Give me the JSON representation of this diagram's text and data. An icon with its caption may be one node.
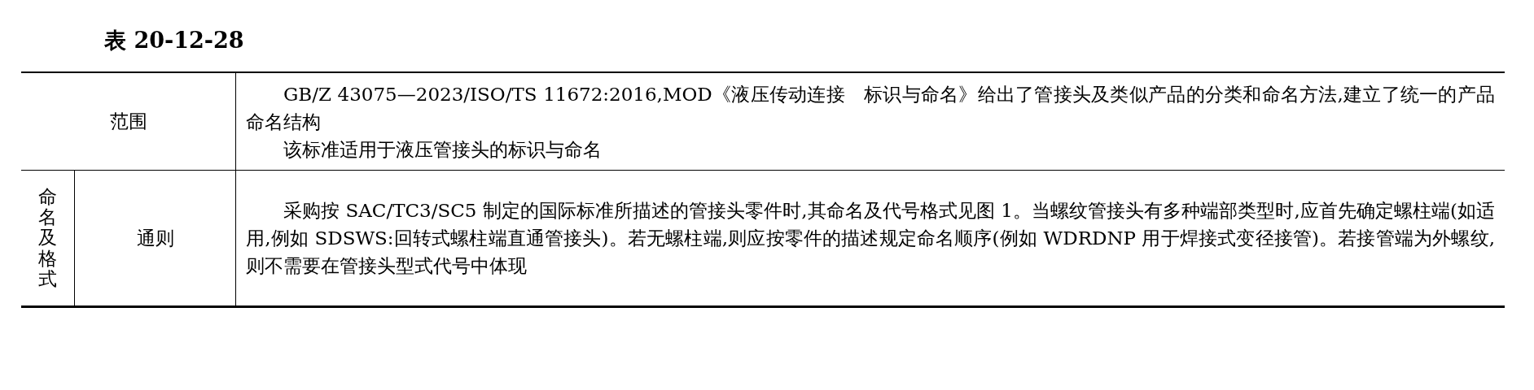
{
  "diagram": {
    "title": "表 20-12-28",
    "labels": [
      "范围",
      "GB/Z 43075—2023/ISO/TS 11672:2016,MOD《液压传动连接　标识与命名》给出了管接头及类似产品的分类和命名方法,建立了统一的产品命名结构",
      "该标准适用于液压管接头的标识与命名",
      "命名及格式",
      "通则",
      "采购按 SAC/TC3/SC5 制定的国际标准所描述的管接头零件时,其命名及代号格式见图 1。当螺纹管接头有多种端部类型时,应首先确定螺柱端(如适用,例如 SDSWS:回转式螺柱端直通管接头)。若无螺柱端,则应按零件的描述规定命名顺序(例如 WDRDNP 用于焊接式变径接管)。若接管端为外螺纹,则不需要在管接头型式代号中体现"
    ]
  }
}
